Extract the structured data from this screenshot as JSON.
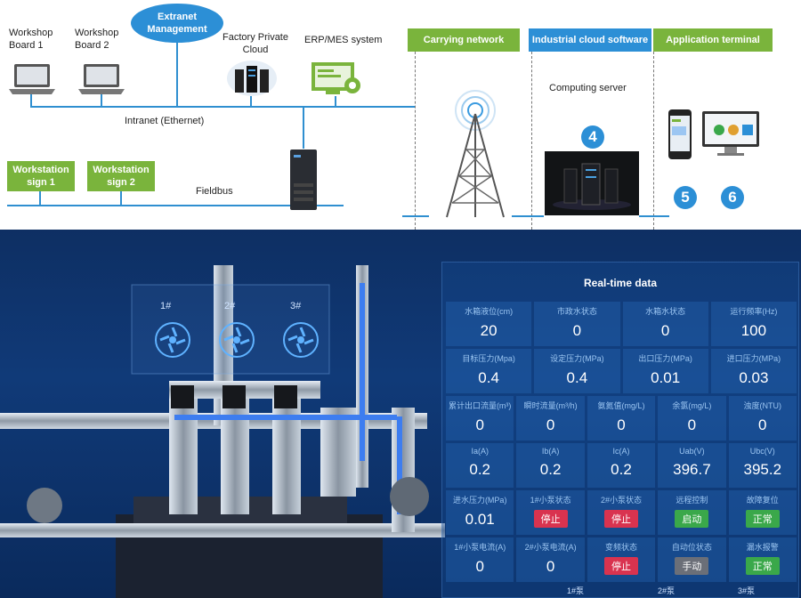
{
  "diagram": {
    "nodes": {
      "workshop_board_1": "Workshop\nBoard 1",
      "workshop_board_2": "Workshop\nBoard 2",
      "extranet": "Extranet\nManagement",
      "factory_cloud": "Factory Private\nCloud",
      "erp": "ERP/MES system",
      "intranet": "Intranet (Ethernet)",
      "workstation_1": "Workstation\nsign 1",
      "workstation_2": "Workstation\nsign 2",
      "fieldbus": "Fieldbus",
      "computing_server": "Computing server"
    },
    "headers": {
      "carrying": "Carrying network",
      "cloud": "Industrial cloud software",
      "terminal": "Application terminal"
    },
    "badges": {
      "b4": "4",
      "b5": "5",
      "b6": "6"
    },
    "colors": {
      "green": "#7ab43c",
      "blue": "#2c8fd6",
      "line": "#2f8fd0"
    }
  },
  "dashboard": {
    "pumps": [
      "1#",
      "2#",
      "3#"
    ],
    "title": "Real-time data",
    "cells": [
      {
        "k": "水箱液位(cm)",
        "v": "20"
      },
      {
        "k": "市政水状态",
        "v": "0"
      },
      {
        "k": "水箱水状态",
        "v": "0"
      },
      {
        "k": "运行频率(Hz)",
        "v": "100"
      },
      {
        "k": "目标压力(Mpa)",
        "v": "0.4"
      },
      {
        "k": "设定压力(MPa)",
        "v": "0.4"
      },
      {
        "k": "出口压力(MPa)",
        "v": "0.01"
      },
      {
        "k": "进口压力(MPa)",
        "v": "0.03"
      },
      {
        "k": "累计出口流量(m³)",
        "v": "0"
      },
      {
        "k": "瞬时流量(m³/h)",
        "v": "0"
      },
      {
        "k": "氨氮值(mg/L)",
        "v": "0"
      },
      {
        "k": "余氯(mg/L)",
        "v": "0"
      },
      {
        "k": "浊度(NTU)",
        "v": "0"
      },
      {
        "k": "Ia(A)",
        "v": "0.2"
      },
      {
        "k": "Ib(A)",
        "v": "0.2"
      },
      {
        "k": "Ic(A)",
        "v": "0.2"
      },
      {
        "k": "Uab(V)",
        "v": "396.7"
      },
      {
        "k": "Ubc(V)",
        "v": "395.2"
      },
      {
        "k": "进水压力(MPa)",
        "v": "0.01"
      },
      {
        "k": "1#小泵状态",
        "btn": "停止",
        "color": "#d9334f"
      },
      {
        "k": "2#小泵状态",
        "btn": "停止",
        "color": "#d9334f"
      },
      {
        "k": "远程控制",
        "btn": "启动",
        "color": "#3aa84a"
      },
      {
        "k": "故障复位",
        "btn": "正常",
        "color": "#3aa84a"
      },
      {
        "k": "1#小泵电流(A)",
        "v": "0"
      },
      {
        "k": "2#小泵电流(A)",
        "v": "0"
      },
      {
        "k": "变频状态",
        "btn": "停止",
        "color": "#d9334f"
      },
      {
        "k": "自动位状态",
        "btn": "手动",
        "color": "#6b6f78"
      },
      {
        "k": "漏水报警",
        "btn": "正常",
        "color": "#3aa84a"
      }
    ],
    "footer_pumps": [
      "1#泵",
      "2#泵",
      "3#泵"
    ]
  }
}
